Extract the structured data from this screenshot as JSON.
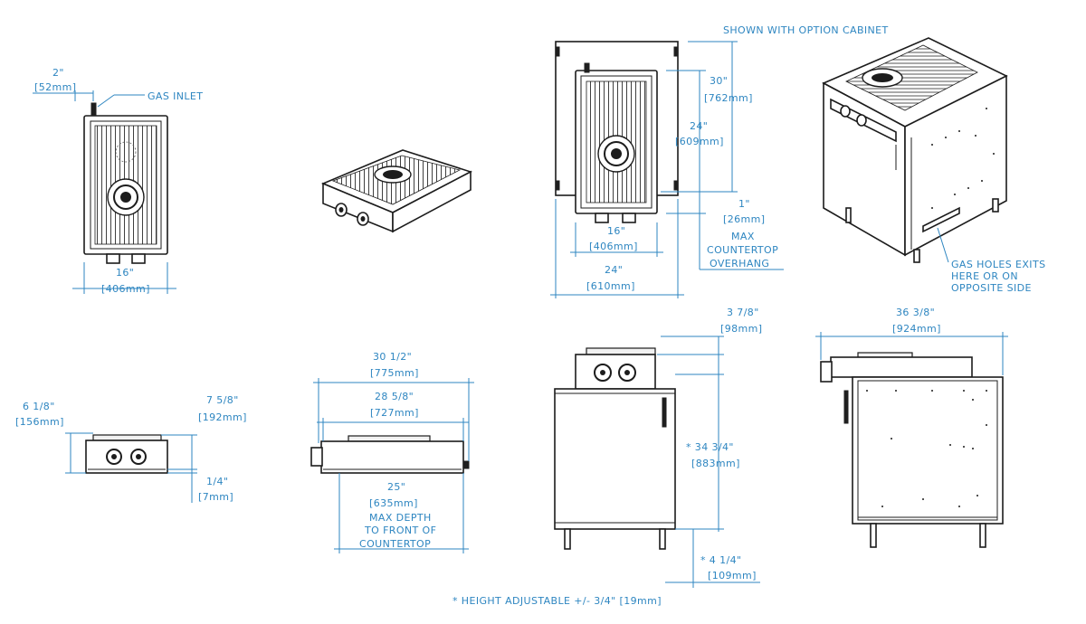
{
  "colors": {
    "dimension": "#2e86c1",
    "outline": "#1c1c1c"
  },
  "top_view_small": {
    "gas_inlet_offset_in": "2\"",
    "gas_inlet_offset_mm": "[52mm]",
    "gas_inlet_label": "GAS INLET",
    "width_in": "16\"",
    "width_mm": "[406mm]"
  },
  "top_view_cabinet": {
    "depth_in": "30\"",
    "depth_mm": "[762mm]",
    "unit_depth_in": "24\"",
    "unit_depth_mm": "[609mm]",
    "overhang_in": "1\"",
    "overhang_mm": "[26mm]",
    "overhang_label_1": "MAX",
    "overhang_label_2": "COUNTERTOP",
    "overhang_label_3": "OVERHANG",
    "unit_width_in": "16\"",
    "unit_width_mm": "[406mm]",
    "cabinet_width_in": "24\"",
    "cabinet_width_mm": "[610mm]"
  },
  "iso_cabinet": {
    "shown_label": "SHOWN WITH OPTION CABINET",
    "gas_holes_1": "GAS HOLES EXITS",
    "gas_holes_2": "HERE OR ON",
    "gas_holes_3": "OPPOSITE SIDE"
  },
  "front_view_small": {
    "height_in": "6 1/8\"",
    "height_mm": "[156mm]",
    "upper_in": "7 5/8\"",
    "upper_mm": "[192mm]",
    "lip_in": "1/4\"",
    "lip_mm": "[7mm]"
  },
  "side_view_small": {
    "overall_in": "30 1/2\"",
    "overall_mm": "[775mm]",
    "body_in": "28 5/8\"",
    "body_mm": "[727mm]",
    "cutout_in": "25\"",
    "cutout_mm": "[635mm]",
    "cutout_label_1": "MAX DEPTH",
    "cutout_label_2": "TO FRONT OF",
    "cutout_label_3": "COUNTERTOP"
  },
  "front_view_cabinet": {
    "top_in": "3 7/8\"",
    "top_mm": "[98mm]",
    "height_in": "*  34 3/4\"",
    "height_mm": "[883mm]",
    "leg_in": "*   4 1/4\"",
    "leg_mm": "[109mm]"
  },
  "side_view_cabinet": {
    "width_in": "36 3/8\"",
    "width_mm": "[924mm]"
  },
  "footnote": "*  HEIGHT ADJUSTABLE +/- 3/4\" [19mm]"
}
